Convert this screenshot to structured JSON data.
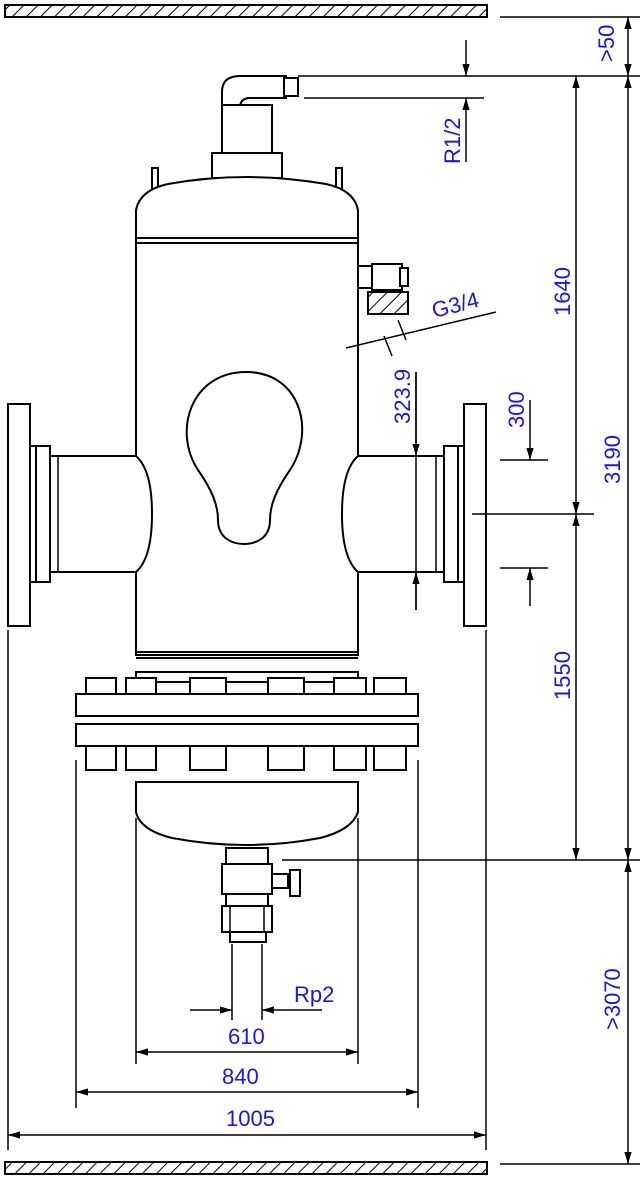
{
  "dimensions": {
    "min_clearance_top": ">50",
    "vent_thread": "R1/2",
    "inlet_to_top": "1640",
    "overall_height": "3190",
    "side_connection": "G3/4",
    "side_connection_offset": "323.9",
    "half_flange": "300",
    "inlet_height": "1550",
    "min_clearance_bottom": ">3070",
    "drain_thread": "Rp2",
    "drain_spacing": "610",
    "flange_spacing": "840",
    "flange_outer": "1005"
  },
  "colors": {
    "dimension_text": "#1515ee",
    "line": "#000000"
  }
}
